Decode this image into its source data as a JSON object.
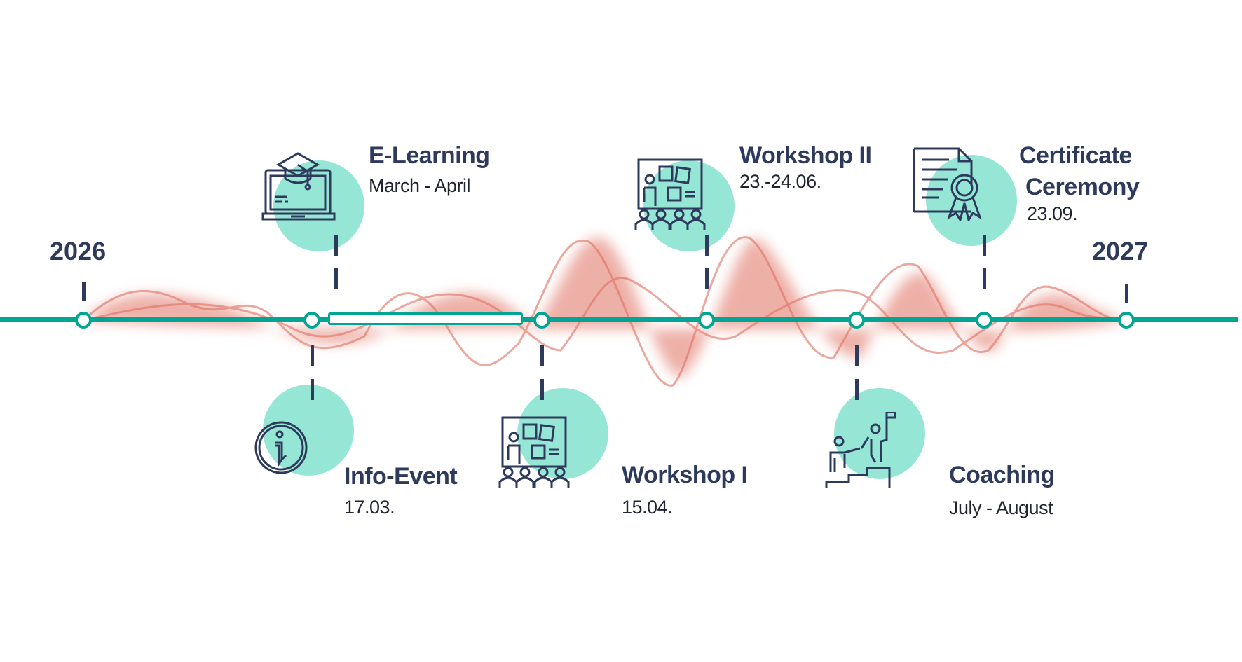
{
  "timeline": {
    "start_year": "2026",
    "end_year": "2027",
    "colors": {
      "line": "#00a693",
      "accent_circle": "#95e6d4",
      "text": "#2d3a5c",
      "wave": "#e07060"
    }
  },
  "events": [
    {
      "title": "Info-Event",
      "date": "17.03.",
      "icon": "info-icon"
    },
    {
      "title": "E-Learning",
      "date": "March - April",
      "icon": "laptop-graduation-cap-icon"
    },
    {
      "title": "Workshop I",
      "date": "15.04.",
      "icon": "presentation-board-icon"
    },
    {
      "title": "Workshop II",
      "date": "23.-24.06.",
      "icon": "presentation-board-icon"
    },
    {
      "title": "Coaching",
      "date": "July - August",
      "icon": "coaching-stairs-icon"
    },
    {
      "title_line1": "Certificate",
      "title_line2": "Ceremony",
      "date": "23.09.",
      "icon": "certificate-icon"
    }
  ]
}
